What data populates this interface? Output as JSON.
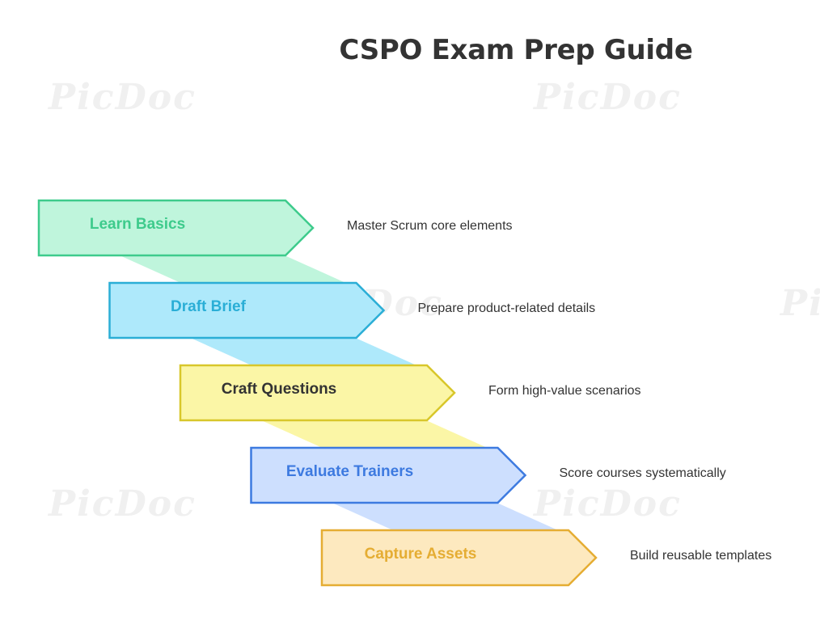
{
  "title": "CSPO Exam Prep Guide",
  "watermark": "PicDoc",
  "steps": [
    {
      "label": "Learn Basics",
      "description": "Master Scrum core elements",
      "fill": "#bff5dc",
      "stroke": "#3ecb8c",
      "text": "#3ecb8c",
      "connector": "#bff5dc"
    },
    {
      "label": "Draft Brief",
      "description": "Prepare product-related details",
      "fill": "#aee9fb",
      "stroke": "#2aaed6",
      "text": "#2aaed6",
      "connector": "#aee9fb"
    },
    {
      "label": "Craft Questions",
      "description": "Form high-value scenarios",
      "fill": "#fbf6a6",
      "stroke": "#d8c72b",
      "text": "#333333",
      "connector": "#fbf6a6"
    },
    {
      "label": "Evaluate Trainers",
      "description": "Score courses systematically",
      "fill": "#cddffe",
      "stroke": "#3d7ae0",
      "text": "#3d7ae0",
      "connector": "#cddffe"
    },
    {
      "label": "Capture Assets",
      "description": "Build reusable templates",
      "fill": "#fde9bf",
      "stroke": "#e5ad33",
      "text": "#e5ad33"
    }
  ]
}
